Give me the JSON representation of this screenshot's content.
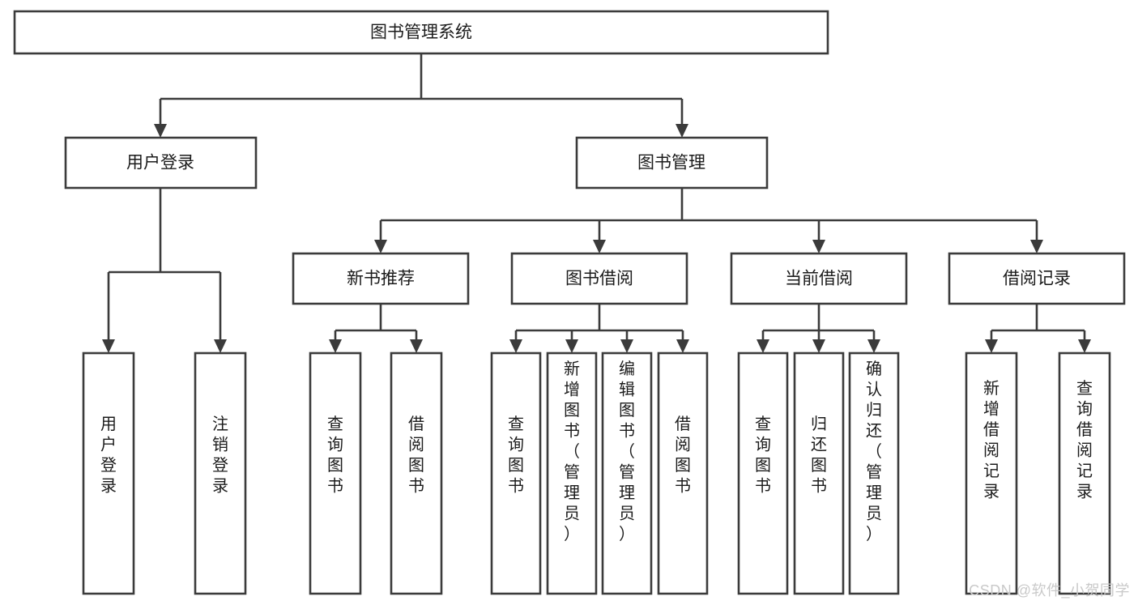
{
  "diagram": {
    "type": "tree-hierarchy-flowchart",
    "title": "图书管理系统",
    "colors": {
      "box_stroke": "#3b3b3b",
      "box_fill": "#ffffff",
      "connector": "#3b3b3b",
      "text": "#1b1b1b",
      "background": "#ffffff",
      "watermark": "#c9c9c9"
    },
    "levels": {
      "level1": [
        "图书管理系统"
      ],
      "level2": [
        "用户登录",
        "图书管理"
      ],
      "level3": [
        "新书推荐",
        "图书借阅",
        "当前借阅",
        "借阅记录"
      ],
      "level4": [
        "用户登录",
        "注销登录",
        "查询图书",
        "借阅图书",
        "查询图书",
        "新增图书（管理员）",
        "编辑图书（管理员）",
        "借阅图书",
        "查询图书",
        "归还图书",
        "确认归还（管理员）",
        "新增借阅记录",
        "查询借阅记录"
      ]
    },
    "nodes": {
      "root": {
        "label": "图书管理系统"
      },
      "user_login": {
        "label": "用户登录"
      },
      "book_manage": {
        "label": "图书管理"
      },
      "new_book_rec": {
        "label": "新书推荐"
      },
      "book_borrow": {
        "label": "图书借阅"
      },
      "current_borrow": {
        "label": "当前借阅"
      },
      "borrow_record": {
        "label": "借阅记录"
      },
      "leaf_user_login": {
        "label": "用户登录"
      },
      "leaf_logout": {
        "label": "注销登录"
      },
      "leaf_query_book_1": {
        "label": "查询图书"
      },
      "leaf_borrow_book_1": {
        "label": "借阅图书"
      },
      "leaf_query_book_2": {
        "label": "查询图书"
      },
      "leaf_add_book": {
        "label": "新增图书（管理员）"
      },
      "leaf_edit_book": {
        "label": "编辑图书（管理员）"
      },
      "leaf_borrow_book_2": {
        "label": "借阅图书"
      },
      "leaf_query_book_3": {
        "label": "查询图书"
      },
      "leaf_return_book": {
        "label": "归还图书"
      },
      "leaf_confirm_return": {
        "label": "确认归还（管理员）"
      },
      "leaf_add_record": {
        "label": "新增借阅记录"
      },
      "leaf_query_record": {
        "label": "查询借阅记录"
      }
    },
    "edges": [
      {
        "from": "图书管理系统",
        "to": "用户登录"
      },
      {
        "from": "图书管理系统",
        "to": "图书管理"
      },
      {
        "from": "用户登录",
        "to": "用户登录"
      },
      {
        "from": "用户登录",
        "to": "注销登录"
      },
      {
        "from": "图书管理",
        "to": "新书推荐"
      },
      {
        "from": "图书管理",
        "to": "图书借阅"
      },
      {
        "from": "图书管理",
        "to": "当前借阅"
      },
      {
        "from": "图书管理",
        "to": "借阅记录"
      },
      {
        "from": "新书推荐",
        "to": "查询图书"
      },
      {
        "from": "新书推荐",
        "to": "借阅图书"
      },
      {
        "from": "图书借阅",
        "to": "查询图书"
      },
      {
        "from": "图书借阅",
        "to": "新增图书（管理员）"
      },
      {
        "from": "图书借阅",
        "to": "编辑图书（管理员）"
      },
      {
        "from": "图书借阅",
        "to": "借阅图书"
      },
      {
        "from": "当前借阅",
        "to": "查询图书"
      },
      {
        "from": "当前借阅",
        "to": "归还图书"
      },
      {
        "from": "当前借阅",
        "to": "确认归还（管理员）"
      },
      {
        "from": "借阅记录",
        "to": "新增借阅记录"
      },
      {
        "from": "借阅记录",
        "to": "查询借阅记录"
      }
    ]
  },
  "watermark": {
    "text": "CSDN @软件_小贺同学"
  }
}
